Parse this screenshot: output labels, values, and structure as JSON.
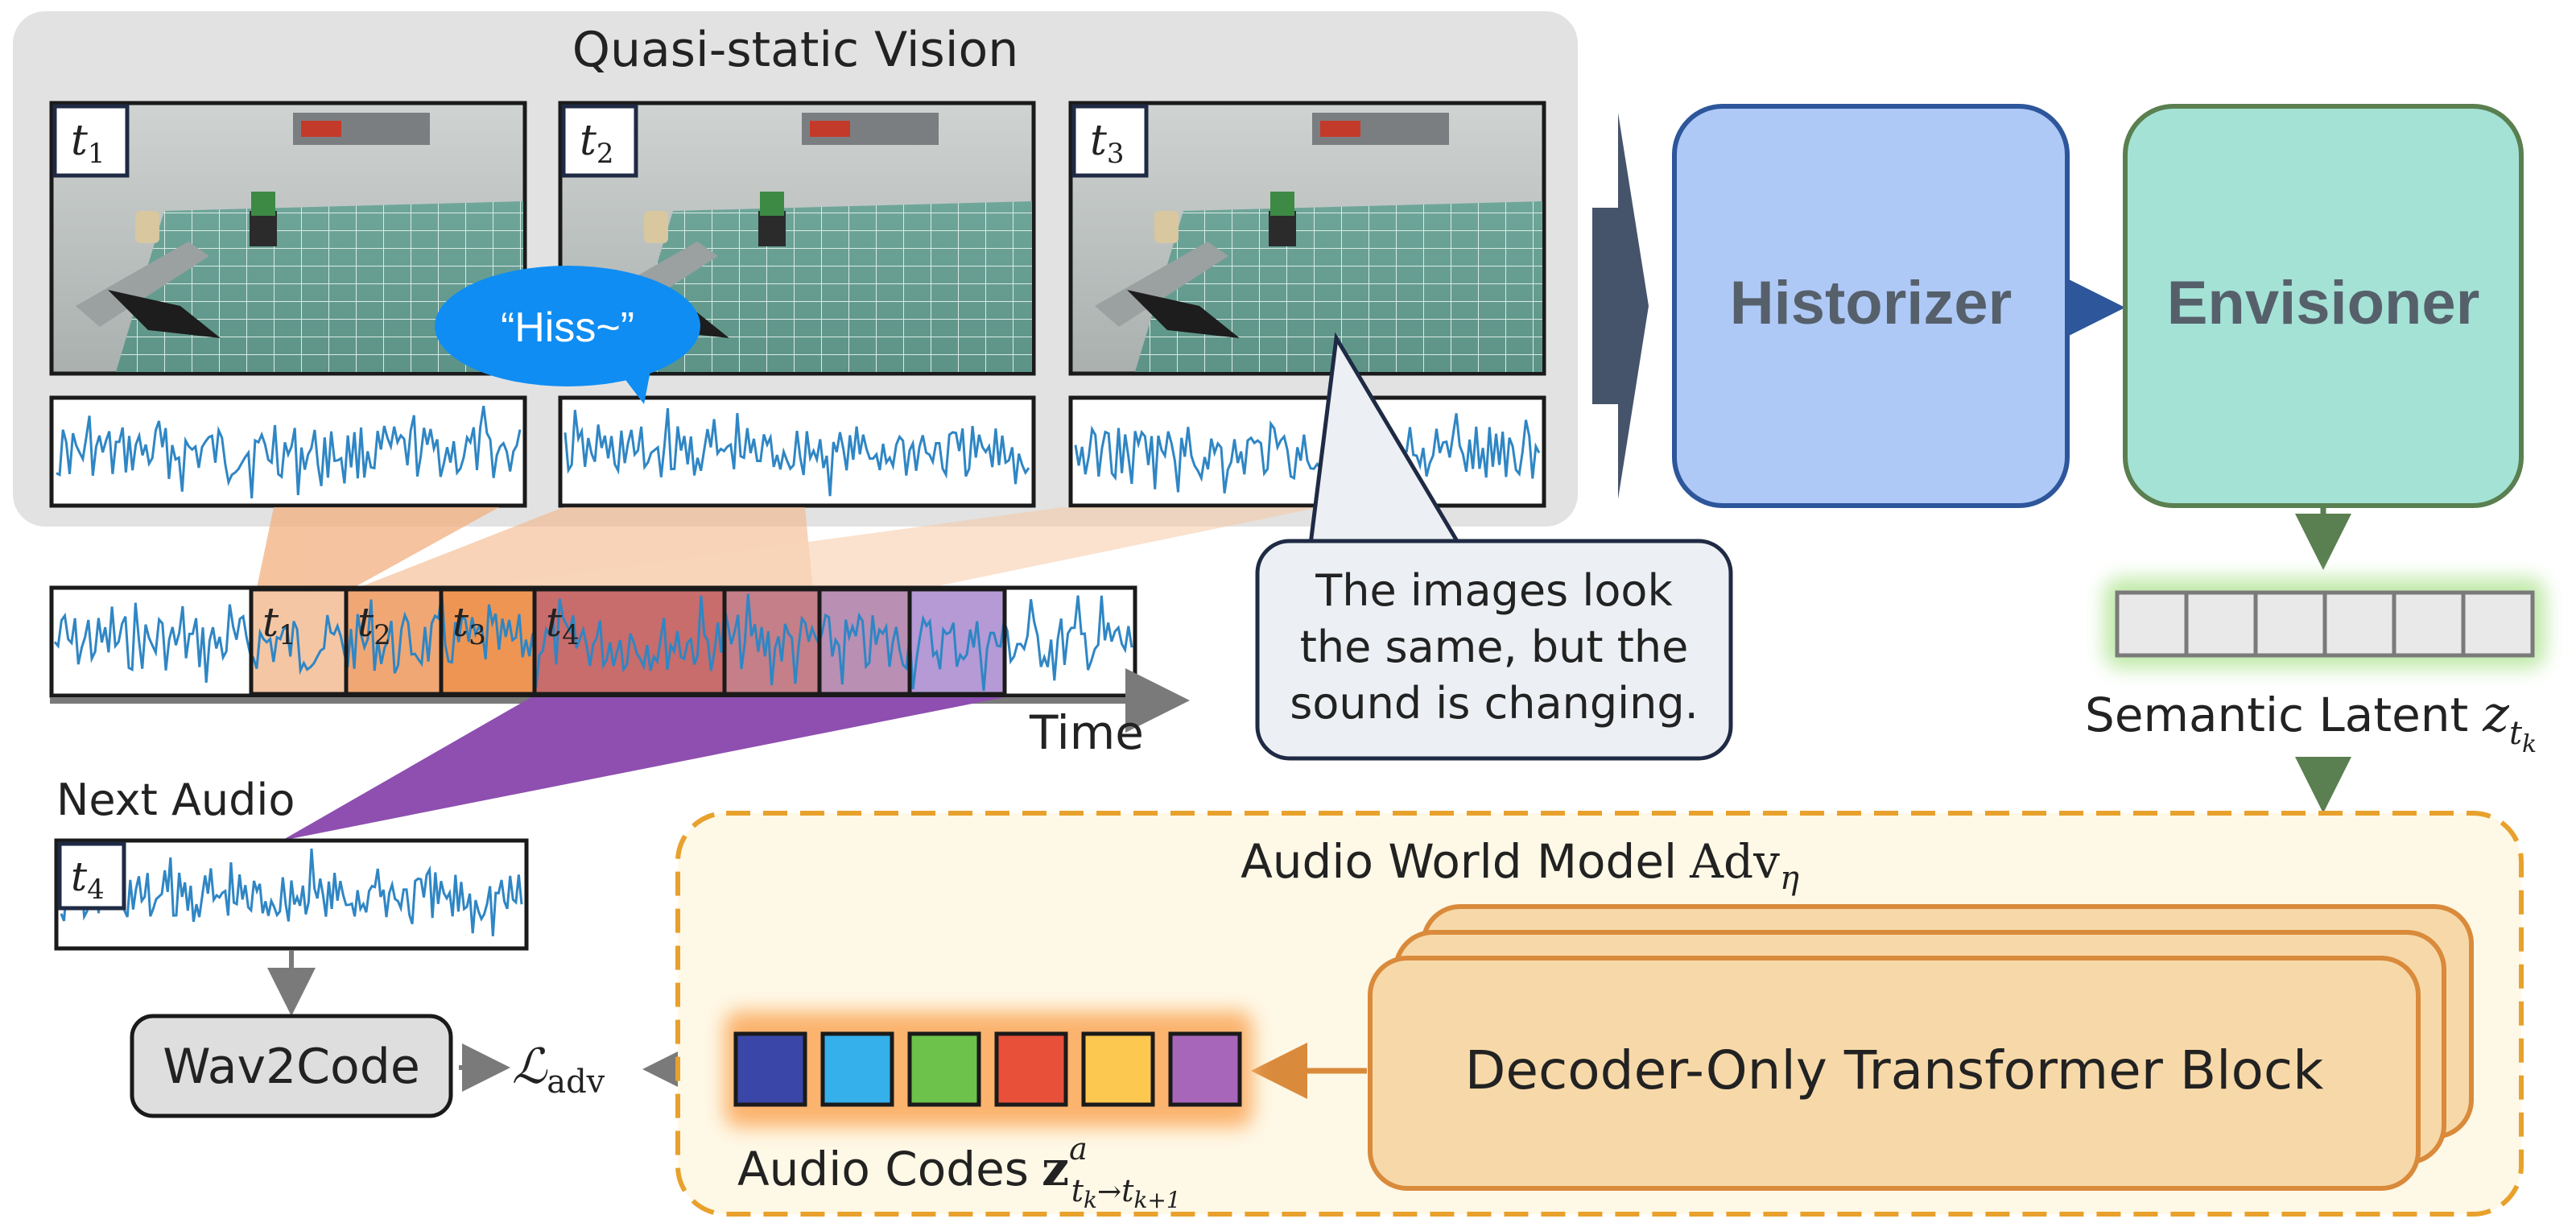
{
  "vision": {
    "title": "Quasi-static Vision",
    "frames": [
      {
        "label": "t",
        "sub": "1"
      },
      {
        "label": "t",
        "sub": "2"
      },
      {
        "label": "t",
        "sub": "3"
      }
    ],
    "speech_bubble": "“Hiss~”"
  },
  "timeline": {
    "segments": [
      {
        "label": "t",
        "sub": "1"
      },
      {
        "label": "t",
        "sub": "2"
      },
      {
        "label": "t",
        "sub": "3"
      },
      {
        "label": "t",
        "sub": "4"
      }
    ],
    "axis_label": "Time"
  },
  "callout": {
    "lines": [
      "The images look",
      "the same, but the",
      "sound is changing."
    ]
  },
  "next_audio": {
    "title": "Next Audio",
    "label": "t",
    "sub": "4"
  },
  "historizer": {
    "label": "Historizer"
  },
  "envisioner": {
    "label": "Envisioner"
  },
  "semantic_latent": {
    "label": "Semantic Latent",
    "symbol": "z",
    "sub": "t",
    "subsub": "k",
    "cells": 6
  },
  "world_model": {
    "title": "Audio World Model",
    "symbol": "Adv",
    "sub": "η",
    "transformer_label": "Decoder-Only Transformer Block"
  },
  "audio_codes": {
    "label": "Audio Codes",
    "symbol": "z",
    "sup": "a",
    "sub": "t",
    "subsub_from": "k",
    "arrow": "→",
    "sub2": "t",
    "subsub_to": "k+1",
    "colors": [
      "#3a47a8",
      "#35b0ea",
      "#6cc24a",
      "#e9503a",
      "#fdc84f",
      "#a866bb"
    ]
  },
  "wav2code": {
    "label": "Wav2Code"
  },
  "loss": {
    "symbol": "ℒ",
    "sub": "adv"
  },
  "colors": {
    "historizer_fill": "#afc9f7",
    "historizer_stroke": "#2d569b",
    "envisioner_fill": "#a4e2d6",
    "envisioner_stroke": "#5a7f50",
    "world_model_fill": "#fef8e6",
    "world_model_stroke": "#e8a12c",
    "transformer_fill": "#f7d9a9",
    "transformer_stroke": "#d98a3b",
    "bubble_fill": "#0f8df3",
    "waveform": "#2f86c4",
    "purple_wedge": "#8e4fb0",
    "orange_wedge": "#f2b07f"
  }
}
